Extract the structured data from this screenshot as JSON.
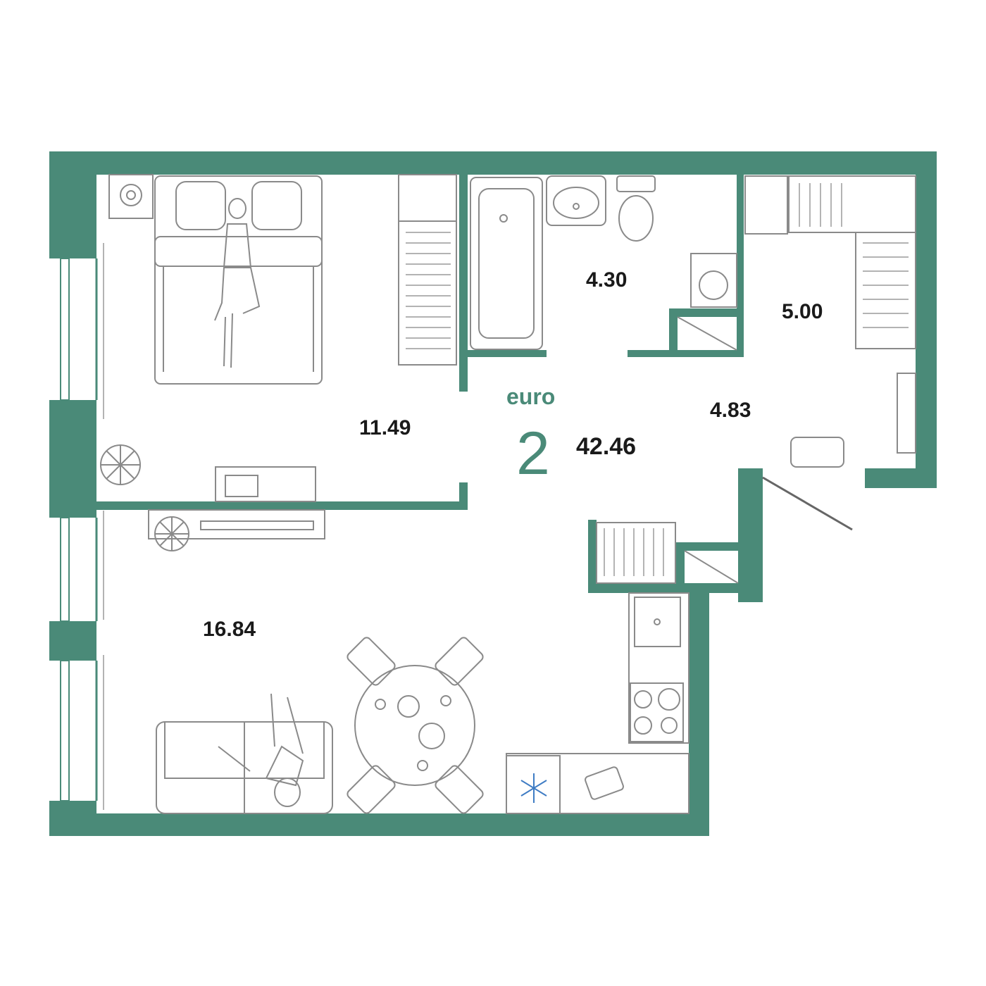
{
  "plan": {
    "type_label": "euro",
    "rooms_count": "2",
    "total_area": "42.46",
    "rooms": {
      "bedroom": "11.49",
      "living_kitchen": "16.84",
      "bathroom": "4.30",
      "hall": "4.83",
      "wardrobe": "5.00"
    }
  },
  "colors": {
    "wall": "#4a8a78",
    "furniture": "#8a8a8a",
    "text": "#1a1a1a",
    "fridge_icon": "#3f7cc4"
  },
  "icons": [
    "bed-icon",
    "person-icon",
    "wardrobe-icon",
    "bathtub-icon",
    "sink-icon",
    "toilet-icon",
    "washing-machine-icon",
    "plant-icon",
    "tv-icon",
    "sofa-icon",
    "dining-table-icon",
    "stove-icon",
    "fridge-icon",
    "snowflake-icon",
    "door-icon"
  ]
}
